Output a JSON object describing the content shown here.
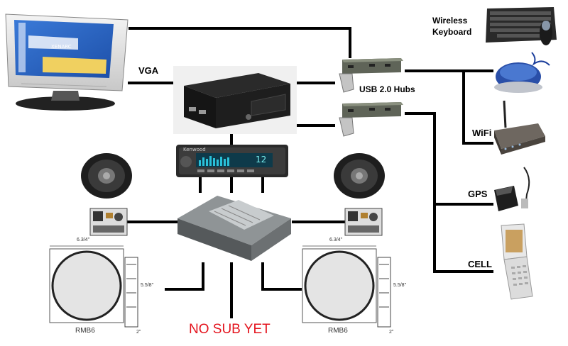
{
  "labels": {
    "vga": "VGA",
    "usb_hubs": "USB 2.0 Hubs",
    "wireless_keyboard_line1": "Wireless",
    "wireless_keyboard_line2": "Keyboard",
    "wifi": "WiFi",
    "gps": "GPS",
    "cell": "CELL",
    "no_sub": "NO SUB YET",
    "sub_model_left": "RMB6",
    "sub_model_right": "RMB6",
    "sub_dim_top_left": "6.3/4\"",
    "sub_dim_side_left": "5.5/8\"",
    "sub_dim_depth_left": "2\"",
    "sub_dim_top_right": "6.3/4\"",
    "sub_dim_side_right": "5.5/8\"",
    "sub_dim_depth_right": "2\"",
    "monitor_brand": "XENARC",
    "radio_brand": "Kenwood",
    "radio_display": "12"
  },
  "colors": {
    "wire": "#000000",
    "no_sub_text": "#e4141e",
    "screen_blue": "#2f63c8"
  }
}
